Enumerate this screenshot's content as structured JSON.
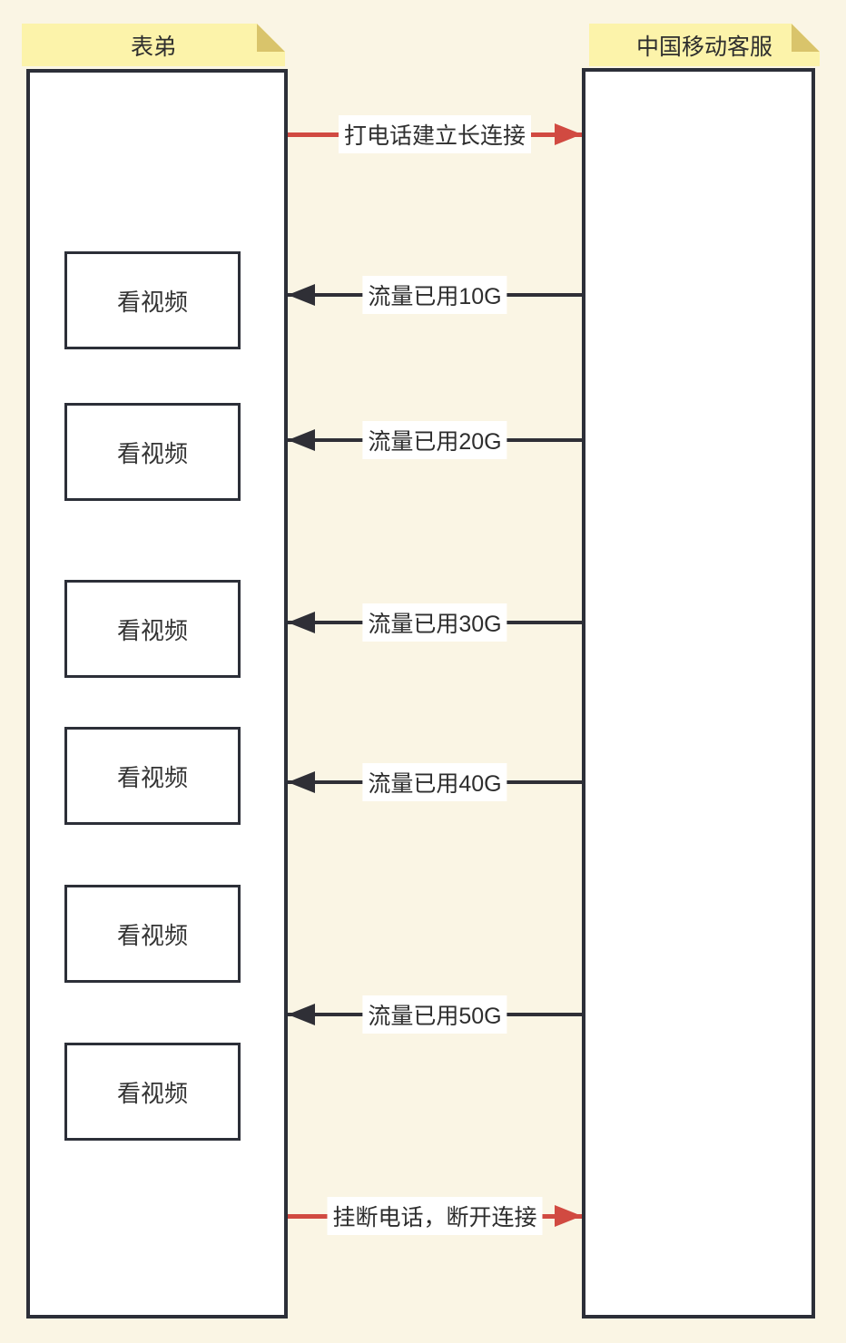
{
  "diagram": {
    "type": "sequence-diagram",
    "background_color": "#faf5e4",
    "note_color": "#fcf3aa",
    "note_fold_color": "#d9c46b",
    "box_border_color": "#2c2f38",
    "arrow_color_black": "#2f2f36",
    "arrow_color_red": "#d14a41",
    "participants": [
      {
        "name": "表弟"
      },
      {
        "name": "中国移动客服"
      }
    ],
    "activities": [
      {
        "label": "看视频"
      },
      {
        "label": "看视频"
      },
      {
        "label": "看视频"
      },
      {
        "label": "看视频"
      },
      {
        "label": "看视频"
      },
      {
        "label": "看视频"
      }
    ],
    "messages": [
      {
        "label": "打电话建立长连接",
        "from": "表弟",
        "to": "中国移动客服",
        "direction": "right",
        "color": "#d14a41"
      },
      {
        "label": "流量已用10G",
        "from": "中国移动客服",
        "to": "表弟",
        "direction": "left",
        "color": "#2f2f36"
      },
      {
        "label": "流量已用20G",
        "from": "中国移动客服",
        "to": "表弟",
        "direction": "left",
        "color": "#2f2f36"
      },
      {
        "label": "流量已用30G",
        "from": "中国移动客服",
        "to": "表弟",
        "direction": "left",
        "color": "#2f2f36"
      },
      {
        "label": "流量已用40G",
        "from": "中国移动客服",
        "to": "表弟",
        "direction": "left",
        "color": "#2f2f36"
      },
      {
        "label": "流量已用50G",
        "from": "中国移动客服",
        "to": "表弟",
        "direction": "left",
        "color": "#2f2f36"
      },
      {
        "label": "挂断电话，断开连接",
        "from": "表弟",
        "to": "中国移动客服",
        "direction": "right",
        "color": "#d14a41"
      }
    ]
  }
}
